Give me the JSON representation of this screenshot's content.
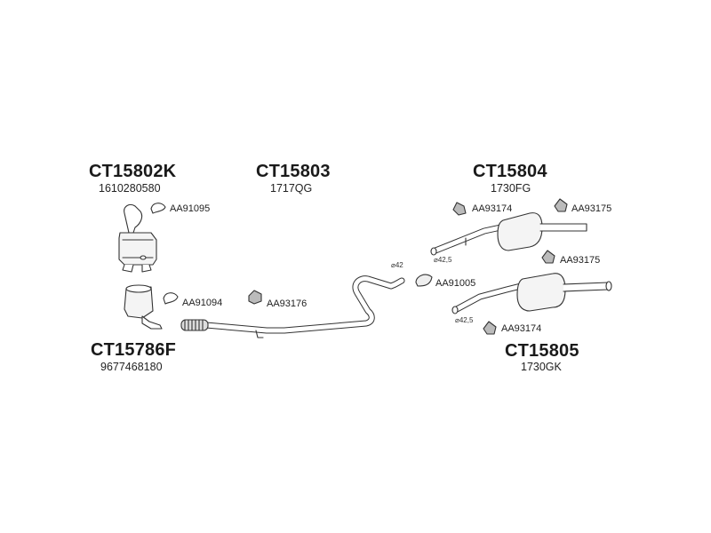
{
  "groups": {
    "ct15802k": {
      "code": "CT15802K",
      "ref": "1610280580"
    },
    "ct15803": {
      "code": "CT15803",
      "ref": "1717QG"
    },
    "ct15804": {
      "code": "CT15804",
      "ref": "1730FG"
    },
    "ct15786f": {
      "code": "CT15786F",
      "ref": "9677468180"
    },
    "ct15805": {
      "code": "CT15805",
      "ref": "1730GK"
    }
  },
  "parts": {
    "clamp_top": "AA91095",
    "clamp_bottom": "AA91094",
    "mount_mid": "AA93176",
    "mount_top_left": "AA93174",
    "mount_top_right": "AA93175",
    "mount_mid_right": "AA93175",
    "clamp_right": "AA91005",
    "mount_bot_right": "AA93174"
  },
  "diameters": {
    "front_pipe": "⌀42",
    "muffler_top": "⌀42,5",
    "muffler_bottom": "⌀42,5"
  },
  "colors": {
    "line": "#333333",
    "fill": "#ffffff",
    "shade": "#d9d9d9"
  }
}
